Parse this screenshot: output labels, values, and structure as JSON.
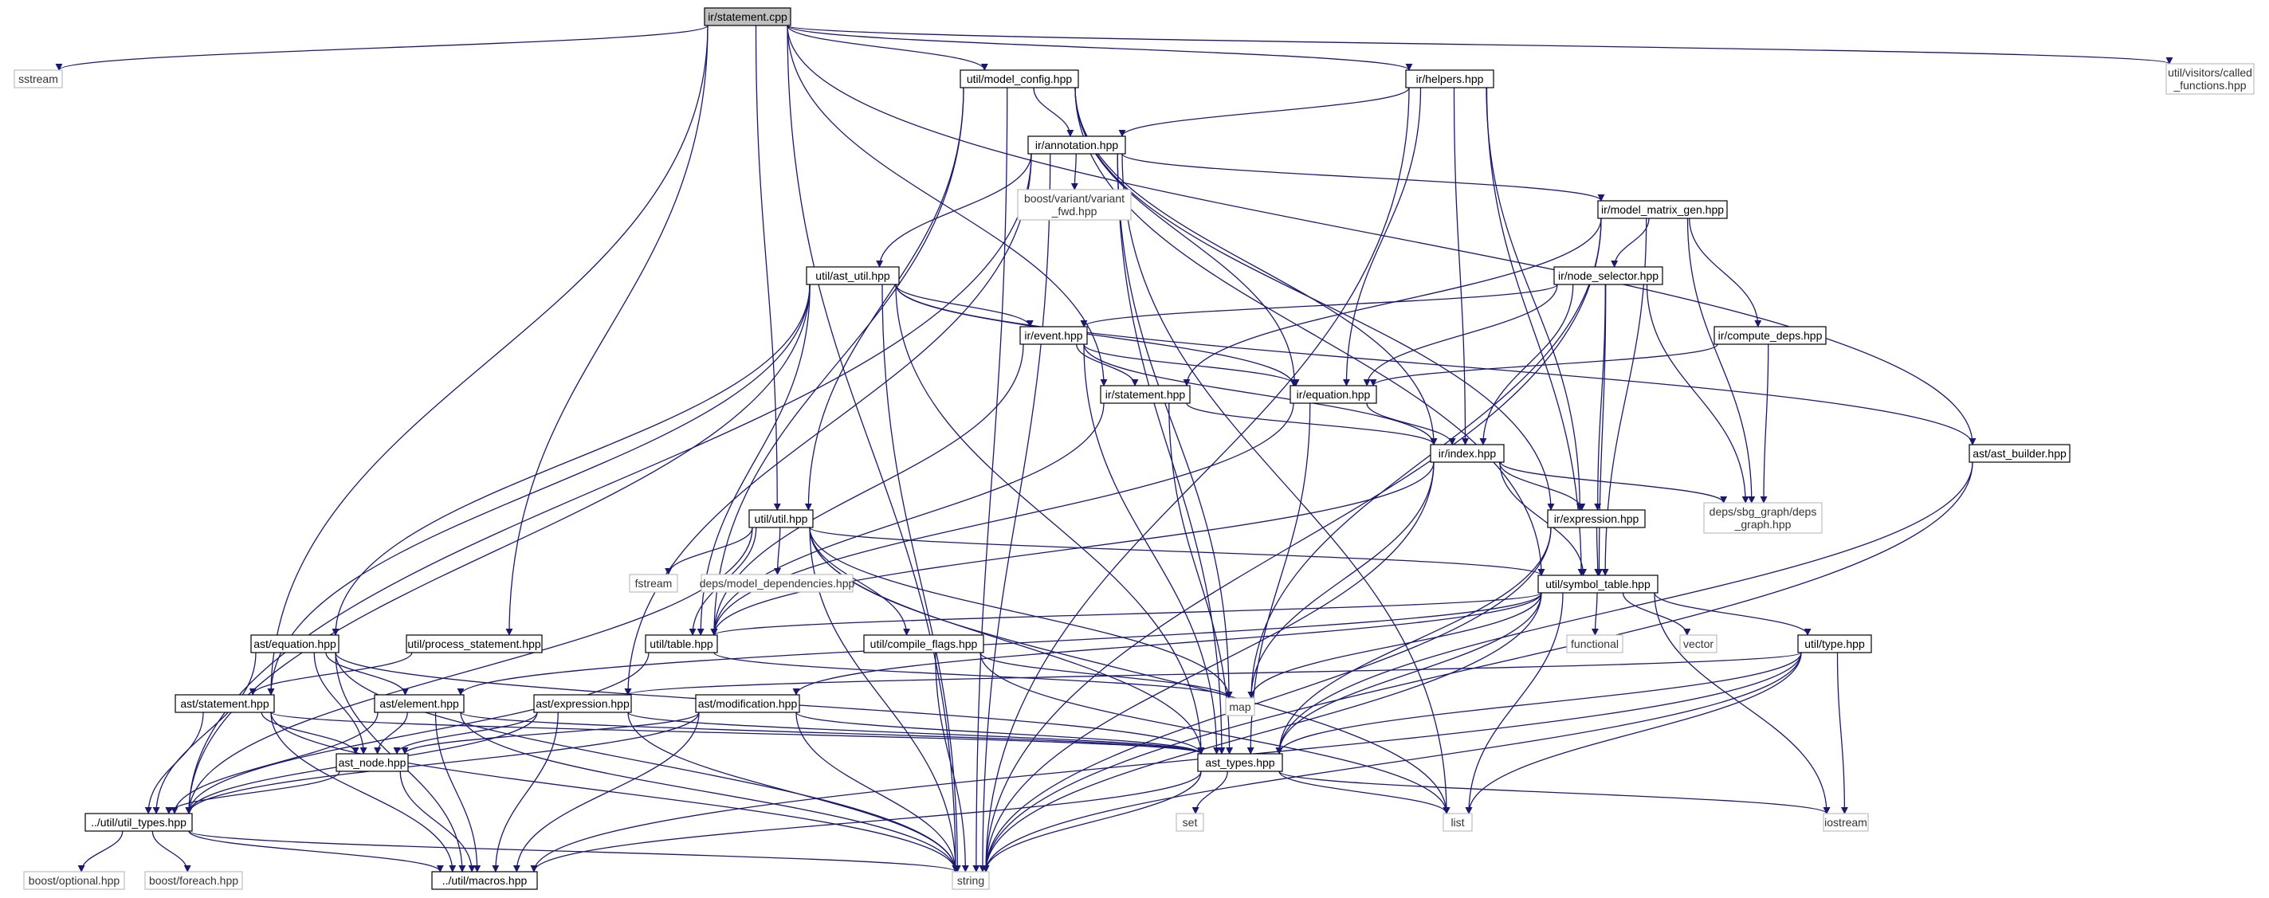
{
  "graph": {
    "root": "ir/statement.cpp",
    "colors": {
      "edge": "#191970",
      "box_border_local": "#000000",
      "box_border_external": "#bfbfbf",
      "root_fill": "#bfbfbf",
      "text_local": "#000000",
      "text_external": "#333333"
    },
    "nodes": [
      {
        "id": "statement_cpp",
        "label": "ir/statement.cpp",
        "kind": "root"
      },
      {
        "id": "sstream",
        "label": "sstream",
        "kind": "external"
      },
      {
        "id": "model_config",
        "label": "util/model_config.hpp",
        "kind": "local"
      },
      {
        "id": "helpers",
        "label": "ir/helpers.hpp",
        "kind": "local"
      },
      {
        "id": "called_functions",
        "label": "util/visitors/called\n_functions.hpp",
        "kind": "external"
      },
      {
        "id": "annotation",
        "label": "ir/annotation.hpp",
        "kind": "local"
      },
      {
        "id": "variant_fwd",
        "label": "boost/variant/variant\n_fwd.hpp",
        "kind": "external"
      },
      {
        "id": "model_matrix_gen",
        "label": "ir/model_matrix_gen.hpp",
        "kind": "local"
      },
      {
        "id": "ast_util",
        "label": "util/ast_util.hpp",
        "kind": "local"
      },
      {
        "id": "node_selector",
        "label": "ir/node_selector.hpp",
        "kind": "local"
      },
      {
        "id": "event",
        "label": "ir/event.hpp",
        "kind": "local"
      },
      {
        "id": "compute_deps",
        "label": "ir/compute_deps.hpp",
        "kind": "local"
      },
      {
        "id": "ir_statement",
        "label": "ir/statement.hpp",
        "kind": "local"
      },
      {
        "id": "equation",
        "label": "ir/equation.hpp",
        "kind": "local"
      },
      {
        "id": "ir_index",
        "label": "ir/index.hpp",
        "kind": "local"
      },
      {
        "id": "ast_builder",
        "label": "ast/ast_builder.hpp",
        "kind": "local"
      },
      {
        "id": "util_util",
        "label": "util/util.hpp",
        "kind": "local"
      },
      {
        "id": "deps_graph",
        "label": "deps/sbg_graph/deps\n_graph.hpp",
        "kind": "external"
      },
      {
        "id": "expression",
        "label": "ir/expression.hpp",
        "kind": "local"
      },
      {
        "id": "fstream",
        "label": "fstream",
        "kind": "external"
      },
      {
        "id": "model_dependencies",
        "label": "deps/model_dependencies.hpp",
        "kind": "external"
      },
      {
        "id": "symbol_table",
        "label": "util/symbol_table.hpp",
        "kind": "local"
      },
      {
        "id": "ast_equation",
        "label": "ast/equation.hpp",
        "kind": "local"
      },
      {
        "id": "process_statement",
        "label": "util/process_statement.hpp",
        "kind": "local"
      },
      {
        "id": "util_table",
        "label": "util/table.hpp",
        "kind": "local"
      },
      {
        "id": "compile_flags",
        "label": "util/compile_flags.hpp",
        "kind": "local"
      },
      {
        "id": "functional",
        "label": "functional",
        "kind": "external"
      },
      {
        "id": "vector",
        "label": "vector",
        "kind": "external"
      },
      {
        "id": "util_type",
        "label": "util/type.hpp",
        "kind": "local"
      },
      {
        "id": "ast_statement",
        "label": "ast/statement.hpp",
        "kind": "local"
      },
      {
        "id": "ast_element",
        "label": "ast/element.hpp",
        "kind": "local"
      },
      {
        "id": "ast_expression",
        "label": "ast/expression.hpp",
        "kind": "local"
      },
      {
        "id": "ast_modification",
        "label": "ast/modification.hpp",
        "kind": "local"
      },
      {
        "id": "map",
        "label": "map",
        "kind": "external"
      },
      {
        "id": "ast_node",
        "label": "ast_node.hpp",
        "kind": "local"
      },
      {
        "id": "ast_types",
        "label": "ast_types.hpp",
        "kind": "local"
      },
      {
        "id": "util_types",
        "label": "../util/util_types.hpp",
        "kind": "local"
      },
      {
        "id": "set",
        "label": "set",
        "kind": "external"
      },
      {
        "id": "list",
        "label": "list",
        "kind": "external"
      },
      {
        "id": "iostream",
        "label": "iostream",
        "kind": "external"
      },
      {
        "id": "boost_optional",
        "label": "boost/optional.hpp",
        "kind": "external"
      },
      {
        "id": "boost_foreach",
        "label": "boost/foreach.hpp",
        "kind": "external"
      },
      {
        "id": "macros",
        "label": "../util/macros.hpp",
        "kind": "local"
      },
      {
        "id": "string",
        "label": "string",
        "kind": "external"
      }
    ],
    "edges": [
      [
        "statement_cpp",
        "sstream"
      ],
      [
        "statement_cpp",
        "model_config"
      ],
      [
        "statement_cpp",
        "helpers"
      ],
      [
        "statement_cpp",
        "called_functions"
      ],
      [
        "statement_cpp",
        "ir_statement"
      ],
      [
        "statement_cpp",
        "util_util"
      ],
      [
        "statement_cpp",
        "process_statement"
      ],
      [
        "statement_cpp",
        "ast_statement"
      ],
      [
        "statement_cpp",
        "ast_builder"
      ],
      [
        "statement_cpp",
        "string"
      ],
      [
        "model_config",
        "annotation"
      ],
      [
        "model_config",
        "ir_index"
      ],
      [
        "model_config",
        "equation"
      ],
      [
        "model_config",
        "expression"
      ],
      [
        "model_config",
        "symbol_table"
      ],
      [
        "model_config",
        "util_table"
      ],
      [
        "model_config",
        "util_util"
      ],
      [
        "model_config",
        "string"
      ],
      [
        "helpers",
        "annotation"
      ],
      [
        "helpers",
        "equation"
      ],
      [
        "helpers",
        "expression"
      ],
      [
        "helpers",
        "ir_index"
      ],
      [
        "helpers",
        "symbol_table"
      ],
      [
        "helpers",
        "string"
      ],
      [
        "annotation",
        "variant_fwd"
      ],
      [
        "annotation",
        "model_matrix_gen"
      ],
      [
        "annotation",
        "ast_util"
      ],
      [
        "annotation",
        "util_types"
      ],
      [
        "annotation",
        "ast_types"
      ],
      [
        "annotation",
        "list"
      ],
      [
        "annotation",
        "map"
      ],
      [
        "annotation",
        "ast_expression"
      ],
      [
        "annotation",
        "string"
      ],
      [
        "model_matrix_gen",
        "node_selector"
      ],
      [
        "model_matrix_gen",
        "compute_deps"
      ],
      [
        "model_matrix_gen",
        "ir_statement"
      ],
      [
        "model_matrix_gen",
        "deps_graph"
      ],
      [
        "model_matrix_gen",
        "map"
      ],
      [
        "model_matrix_gen",
        "symbol_table"
      ],
      [
        "model_matrix_gen",
        "string"
      ],
      [
        "ast_util",
        "event"
      ],
      [
        "ast_util",
        "equation"
      ],
      [
        "ast_util",
        "ast_builder"
      ],
      [
        "ast_util",
        "ast_equation"
      ],
      [
        "ast_util",
        "ast_statement"
      ],
      [
        "ast_util",
        "util_types"
      ],
      [
        "ast_util",
        "ast_types"
      ],
      [
        "ast_util",
        "string"
      ],
      [
        "ast_util",
        "util_table"
      ],
      [
        "node_selector",
        "event"
      ],
      [
        "node_selector",
        "equation"
      ],
      [
        "node_selector",
        "ir_index"
      ],
      [
        "node_selector",
        "expression"
      ],
      [
        "node_selector",
        "deps_graph"
      ],
      [
        "node_selector",
        "symbol_table"
      ],
      [
        "event",
        "ir_statement"
      ],
      [
        "event",
        "equation"
      ],
      [
        "event",
        "ir_index"
      ],
      [
        "event",
        "ast_types"
      ],
      [
        "event",
        "util_table"
      ],
      [
        "compute_deps",
        "equation"
      ],
      [
        "compute_deps",
        "deps_graph"
      ],
      [
        "ir_statement",
        "ir_index"
      ],
      [
        "ir_statement",
        "util_table"
      ],
      [
        "ir_statement",
        "ast_types"
      ],
      [
        "equation",
        "ir_index"
      ],
      [
        "equation",
        "util_table"
      ],
      [
        "equation",
        "ast_types"
      ],
      [
        "ir_index",
        "expression"
      ],
      [
        "ir_index",
        "deps_graph"
      ],
      [
        "ir_index",
        "symbol_table"
      ],
      [
        "ir_index",
        "map"
      ],
      [
        "ir_index",
        "util_table"
      ],
      [
        "ir_index",
        "string"
      ],
      [
        "ast_builder",
        "ast_types"
      ],
      [
        "ast_builder",
        "string"
      ],
      [
        "util_util",
        "fstream"
      ],
      [
        "util_util",
        "model_dependencies"
      ],
      [
        "util_util",
        "compile_flags"
      ],
      [
        "util_util",
        "symbol_table"
      ],
      [
        "util_util",
        "util_table"
      ],
      [
        "util_util",
        "util_types"
      ],
      [
        "util_util",
        "ast_types"
      ],
      [
        "util_util",
        "map"
      ],
      [
        "util_util",
        "list"
      ],
      [
        "util_util",
        "string"
      ],
      [
        "expression",
        "symbol_table"
      ],
      [
        "expression",
        "ast_types"
      ],
      [
        "expression",
        "string"
      ],
      [
        "symbol_table",
        "functional"
      ],
      [
        "symbol_table",
        "vector"
      ],
      [
        "symbol_table",
        "util_type"
      ],
      [
        "symbol_table",
        "util_table"
      ],
      [
        "symbol_table",
        "ast_types"
      ],
      [
        "symbol_table",
        "map"
      ],
      [
        "symbol_table",
        "list"
      ],
      [
        "symbol_table",
        "iostream"
      ],
      [
        "symbol_table",
        "string"
      ],
      [
        "symbol_table",
        "ast_element"
      ],
      [
        "symbol_table",
        "ast_modification"
      ],
      [
        "ast_equation",
        "ast_element"
      ],
      [
        "ast_equation",
        "ast_node"
      ],
      [
        "ast_equation",
        "util_types"
      ],
      [
        "ast_equation",
        "ast_types"
      ],
      [
        "ast_equation",
        "macros"
      ],
      [
        "ast_equation",
        "string"
      ],
      [
        "process_statement",
        "ast_statement"
      ],
      [
        "util_table",
        "map"
      ],
      [
        "util_table",
        "util_types"
      ],
      [
        "compile_flags",
        "map"
      ],
      [
        "compile_flags",
        "list"
      ],
      [
        "compile_flags",
        "string"
      ],
      [
        "util_type",
        "ast_expression"
      ],
      [
        "util_type",
        "ast_types"
      ],
      [
        "util_type",
        "list"
      ],
      [
        "util_type",
        "iostream"
      ],
      [
        "util_type",
        "string"
      ],
      [
        "util_type",
        "macros"
      ],
      [
        "ast_statement",
        "ast_node"
      ],
      [
        "ast_statement",
        "util_types"
      ],
      [
        "ast_statement",
        "ast_types"
      ],
      [
        "ast_statement",
        "macros"
      ],
      [
        "ast_statement",
        "string"
      ],
      [
        "ast_element",
        "ast_node"
      ],
      [
        "ast_element",
        "util_types"
      ],
      [
        "ast_element",
        "ast_types"
      ],
      [
        "ast_element",
        "macros"
      ],
      [
        "ast_element",
        "string"
      ],
      [
        "ast_expression",
        "ast_node"
      ],
      [
        "ast_expression",
        "util_types"
      ],
      [
        "ast_expression",
        "ast_types"
      ],
      [
        "ast_expression",
        "macros"
      ],
      [
        "ast_expression",
        "string"
      ],
      [
        "ast_modification",
        "ast_node"
      ],
      [
        "ast_modification",
        "util_types"
      ],
      [
        "ast_modification",
        "ast_types"
      ],
      [
        "ast_modification",
        "macros"
      ],
      [
        "ast_modification",
        "string"
      ],
      [
        "ast_node",
        "util_types"
      ],
      [
        "ast_node",
        "macros"
      ],
      [
        "ast_types",
        "set"
      ],
      [
        "ast_types",
        "list"
      ],
      [
        "ast_types",
        "iostream"
      ],
      [
        "ast_types",
        "string"
      ],
      [
        "ast_types",
        "macros"
      ],
      [
        "util_types",
        "boost_optional"
      ],
      [
        "util_types",
        "boost_foreach"
      ],
      [
        "util_types",
        "macros"
      ],
      [
        "util_types",
        "string"
      ]
    ]
  }
}
